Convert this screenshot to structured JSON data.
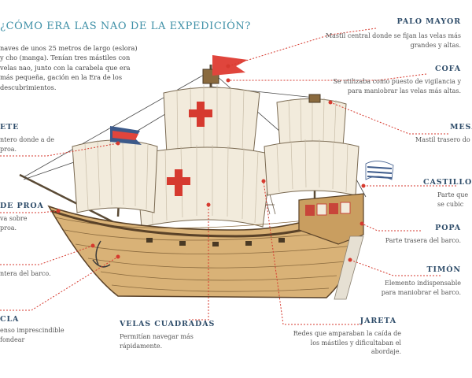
{
  "title": "¿CÓMO ERA LAS NAO DE LA EXPEDICIÓN?",
  "intro": "naves de unos 25 metros de largo (eslora) y cho (manga). Tenían tres mástiles con velas nao, junto con la carabela que era más pequeña, gación en la Era de los descubrimientos.",
  "labels": {
    "palo_mayor": {
      "name": "PALO MAYOR",
      "desc": "Mastil central donde se fijan las velas más grandes y altas."
    },
    "cofa": {
      "name": "COFA",
      "desc": "Se utilizaba como puesto de vigilancia y para maniobrar las velas más altas."
    },
    "mesana": {
      "name": "MESA",
      "desc": "Mastil trasero do se fija la vela de p"
    },
    "castillo": {
      "name": "CASTILLO",
      "desc": "Parte que se cubic"
    },
    "popa": {
      "name": "POPA",
      "desc": "Parte trasera del barco."
    },
    "timon": {
      "name": "TIMÓN",
      "desc": "Elemento indispensable para maniobrar el barco."
    },
    "jareta": {
      "name": "JARETA",
      "desc": "Redes que amparaban la caída de los mástiles y dificultaban el abordaje."
    },
    "velas": {
      "name": "VELAS CUADRADAS",
      "desc": "Permitían navegar más rápidamente."
    },
    "ancla": {
      "name": "CLA",
      "desc": "enso imprescindible fondear"
    },
    "proa_left": {
      "name": "DE PROA",
      "desc": "va sobre proa."
    },
    "trinquete": {
      "name": "ETE",
      "desc": "ntero donde a de proa."
    },
    "casco": {
      "desc": "ntera del barco."
    }
  },
  "colors": {
    "title": "#3d8fa6",
    "label": "#2f4d6a",
    "hull": "#d9b277",
    "hull_dark": "#8a6a3e",
    "sail": "#f2ebdc",
    "cross": "#d63a2f",
    "flag": "#e0453c",
    "leader": "#d63a2f"
  }
}
